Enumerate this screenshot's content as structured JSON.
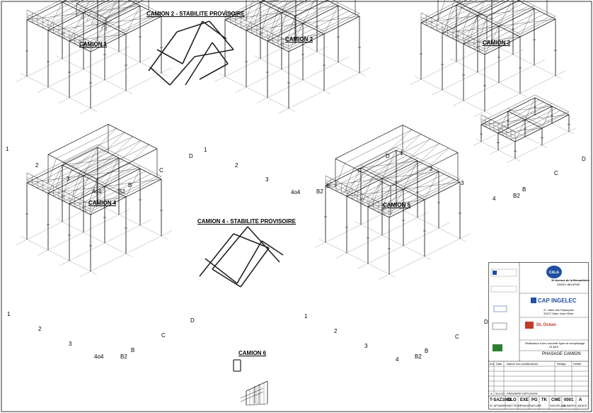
{
  "labels": {
    "camion1": "CAMION 1",
    "camion2": "CAMION 2",
    "camion2_stab": "CAMION 2 - STABILITE PROVISOIRE",
    "camion3": "CAMION 3",
    "camion4": "CAMION 4",
    "camion4_stab": "CAMION 4 - STABILITE PROVISOIRE",
    "camion5": "CAMION 5",
    "camion6": "CAMION 6"
  },
  "axes": {
    "one": "1",
    "two": "2",
    "three": "3",
    "four": "4",
    "four4": "4o4",
    "b2": "B2",
    "bb": "B",
    "c": "C",
    "d": "D"
  },
  "title_block": {
    "owner": "CALA",
    "owner_addr1": "10 Avenue de la Benauthière",
    "owner_addr2": "33500 LIBOURNE",
    "company": "CAP INGELEC",
    "company_addr1": "47, Allée des Palanques",
    "company_addr2": "33127 Saint Jean d'Illac",
    "partner": "DL Océan",
    "project": "Réalisation d'une nouvelle ligne de remplissage",
    "project_sub": "OLAES",
    "drawing_title": "PHASAGE CAMION",
    "col_ind": "Ind.",
    "col_date": "Date",
    "col_desc": "Nature des modifications",
    "col_redige": "Rédigé",
    "col_verifie": "Vérifié",
    "rev_ind": "A",
    "rev_date": "31/1/22",
    "rev_desc": "PREMIERE DIFFUSION",
    "code_project": "T-SAZ1001",
    "code_dlo": "DLO",
    "code_exe": "EXE",
    "code_pg": "PG",
    "code_tk": "TK",
    "code_cme": "CME",
    "code_num": "0001",
    "code_ind": "A",
    "lbl_project": "N° AFFAIRE",
    "lbl_emetteur": "EMETTEUR",
    "lbl_phase": "PHASE",
    "lbl_nature": "NATURE",
    "lbl_discipline": "DISCIPLINE",
    "lbl_numero": "NUMERO",
    "lbl_indice": "INDICE"
  }
}
